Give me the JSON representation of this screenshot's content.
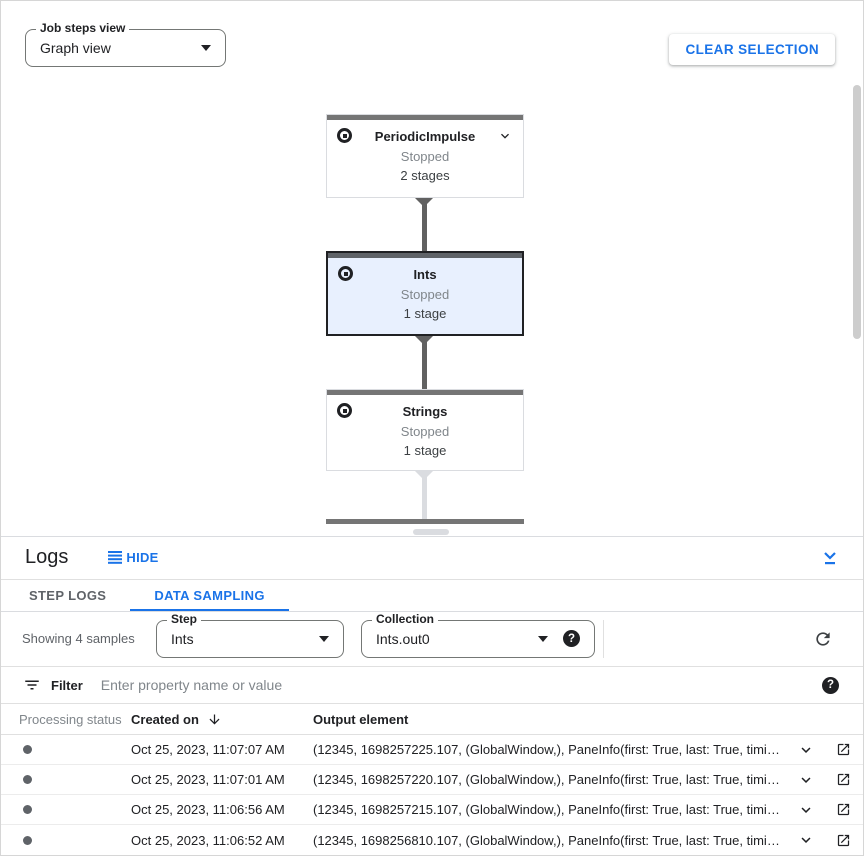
{
  "toolbar": {
    "view_select_label": "Job steps view",
    "view_select_value": "Graph view",
    "clear_selection_label": "CLEAR SELECTION"
  },
  "graph": {
    "nodes": [
      {
        "title": "PeriodicImpulse",
        "status": "Stopped",
        "stages": "2 stages",
        "selected": false,
        "expandable": true
      },
      {
        "title": "Ints",
        "status": "Stopped",
        "stages": "1 stage",
        "selected": true,
        "expandable": false
      },
      {
        "title": "Strings",
        "status": "Stopped",
        "stages": "1 stage",
        "selected": false,
        "expandable": false
      }
    ]
  },
  "logs": {
    "title": "Logs",
    "hide_label": "HIDE",
    "tabs": [
      {
        "label": "STEP LOGS",
        "active": false
      },
      {
        "label": "DATA SAMPLING",
        "active": true
      }
    ],
    "sampling": {
      "showing_text": "Showing 4 samples",
      "step_label": "Step",
      "step_value": "Ints",
      "collection_label": "Collection",
      "collection_value": "Ints.out0"
    },
    "filter": {
      "label": "Filter",
      "placeholder": "Enter property name or value"
    },
    "table": {
      "columns": [
        "Processing status",
        "Created on",
        "Output element"
      ],
      "rows": [
        {
          "created_on": "Oct 25, 2023, 11:07:07 AM",
          "output_element": "(12345, 1698257225.107, (GlobalWindow,), PaneInfo(first: True, last: True, timing…"
        },
        {
          "created_on": "Oct 25, 2023, 11:07:01 AM",
          "output_element": "(12345, 1698257220.107, (GlobalWindow,), PaneInfo(first: True, last: True, timing…"
        },
        {
          "created_on": "Oct 25, 2023, 11:06:56 AM",
          "output_element": "(12345, 1698257215.107, (GlobalWindow,), PaneInfo(first: True, last: True, timing…"
        },
        {
          "created_on": "Oct 25, 2023, 11:06:52 AM",
          "output_element": "(12345, 1698256810.107, (GlobalWindow,), PaneInfo(first: True, last: True, timing…"
        }
      ]
    }
  },
  "colors": {
    "accent_blue": "#1a73e8",
    "selected_node_bg": "#e8f0fe",
    "node_top_bar": "#757575",
    "edge_dark": "#616161",
    "edge_light": "#dadce0",
    "status_dot": "#5f6368"
  }
}
